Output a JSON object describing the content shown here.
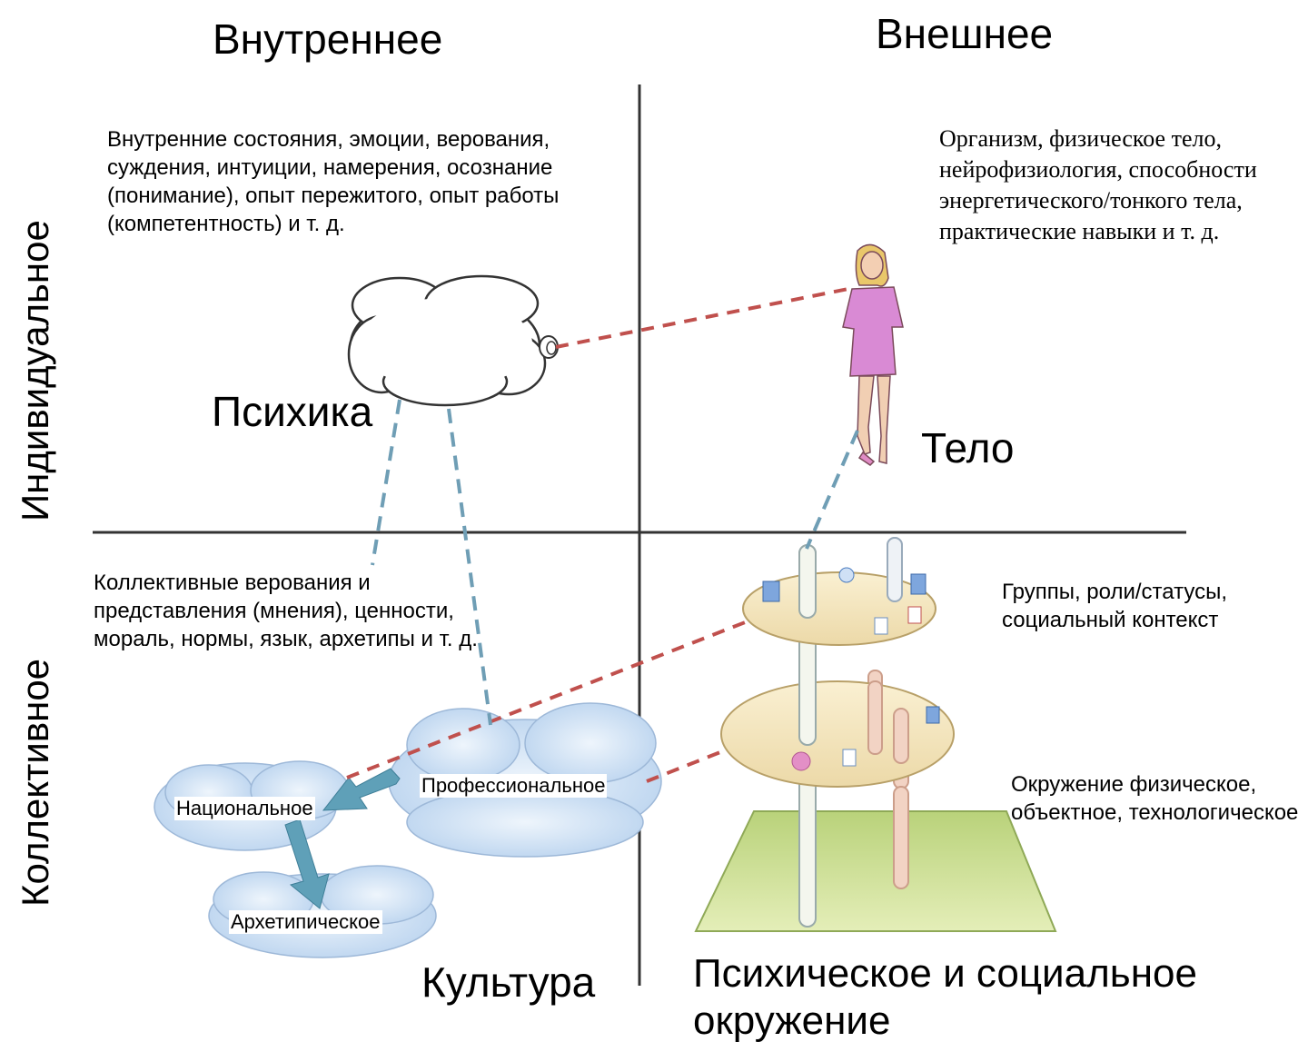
{
  "columns": {
    "inner": "Внутреннее",
    "outer": "Внешнее"
  },
  "rows": {
    "individual": "Индивидуальное",
    "collective": "Коллективное"
  },
  "quadrants": {
    "upper_left": {
      "description": "Внутренние состояния, эмоции, верования, суждения, интуиции, намерения, осознание (понимание), опыт пережитого, опыт работы (компетентность) и т. д.",
      "title": "Психика"
    },
    "upper_right": {
      "description": "Организм, физическое тело, нейрофизиология, способности энергетического/тонкого тела, практические навыки и т. д.",
      "title": "Тело"
    },
    "lower_left": {
      "description": "Коллективные верования и представления (мнения), ценности, мораль, нормы, язык, архетипы и т. д.",
      "title": "Культура",
      "clouds": {
        "national": "Национальное",
        "professional": "Профессиональное",
        "archetypal": "Архетипическое"
      }
    },
    "lower_right": {
      "groups": "Группы, роли/статусы, социальный контекст",
      "environment": "Окружение физическое, объектное, технологическое",
      "title": "Психическое и социальное окружение"
    }
  },
  "colors": {
    "axis": "#333333",
    "red_dash": "#c0504d",
    "blue_dash": "#6f9eb5",
    "cloud_fill": "#d7e6f7",
    "disc_fill": "#f4e6c0",
    "base_fill": "#c7d98a"
  }
}
